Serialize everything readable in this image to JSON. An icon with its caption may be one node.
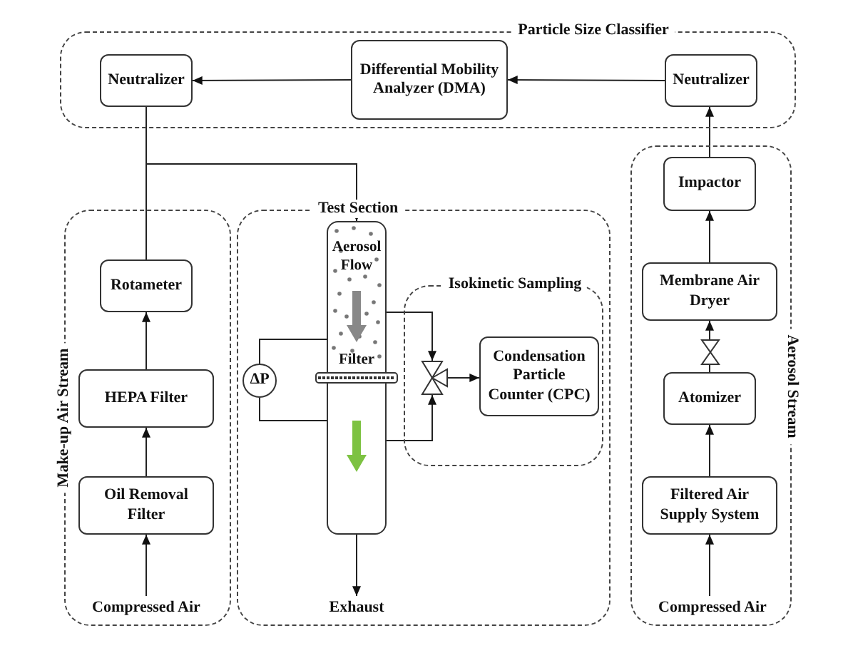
{
  "diagram": {
    "nodes": [
      {
        "text": [
          "Particle Size Classifier"
        ]
      },
      {
        "text": [
          "Neutralizer"
        ],
        "in": 0
      },
      {
        "text": [
          "Differential Mobility Analyzer (DMA)"
        ],
        "in": 0
      },
      {
        "text": [
          "Neutralizer"
        ],
        "in": 0
      },
      {
        "text": [
          "Make-up Air Stream"
        ]
      },
      {
        "text": [
          "Rotameter"
        ],
        "in": 4
      },
      {
        "text": [
          "HEPA Filter"
        ],
        "in": 4
      },
      {
        "text": [
          "Oil Removal Filter"
        ],
        "in": 4
      },
      {
        "text": [
          "Compressed Air"
        ],
        "in": 4
      },
      {
        "text": [
          "Test Section"
        ]
      },
      {
        "text": [
          "Aerosol Flow",
          "Filter"
        ],
        "in": 9
      },
      {
        "text": [
          "ΔP"
        ],
        "in": 9
      },
      {
        "text": [
          "Isokinetic Sampling"
        ],
        "in": 9
      },
      {
        "text": [],
        "shape": "valve",
        "in": 12
      },
      {
        "text": [
          "Condensation Particle Counter (CPC)"
        ],
        "in": 12
      },
      {
        "text": [
          "Exhaust"
        ],
        "in": 9
      },
      {
        "text": [
          "Aerosol Stream"
        ]
      },
      {
        "text": [
          "Impactor"
        ],
        "in": 16
      },
      {
        "text": [
          "Membrane Air Dryer"
        ],
        "in": 16
      },
      {
        "text": [],
        "shape": "valve",
        "in": 16
      },
      {
        "text": [
          "Atomizer"
        ],
        "in": 16
      },
      {
        "text": [
          "Filtered Air Supply System"
        ],
        "in": 16
      },
      {
        "text": [
          "Compressed Air"
        ],
        "in": 16
      }
    ],
    "edges": [
      {
        "from": 2,
        "to": 1,
        "arrow": "to"
      },
      {
        "from": 3,
        "to": 2,
        "arrow": "to"
      },
      {
        "from": 17,
        "to": 3,
        "arrow": "to"
      },
      {
        "from": 1,
        "to": 10,
        "arrow": "to"
      },
      {
        "from": 5,
        "to": 10,
        "arrow": "to"
      },
      {
        "from": 8,
        "to": 7,
        "arrow": "to"
      },
      {
        "from": 7,
        "to": 6,
        "arrow": "to"
      },
      {
        "from": 6,
        "to": 5,
        "arrow": "to"
      },
      {
        "from": 10,
        "to": 11,
        "arrow": "none"
      },
      {
        "from": 10,
        "to": 11,
        "arrow": "none"
      },
      {
        "from": 10,
        "to": 13,
        "arrow": "to"
      },
      {
        "from": 10,
        "to": 13,
        "arrow": "to"
      },
      {
        "from": 13,
        "to": 14,
        "arrow": "to"
      },
      {
        "from": 10,
        "to": 15,
        "arrow": "to"
      },
      {
        "from": 22,
        "to": 21,
        "arrow": "to"
      },
      {
        "from": 21,
        "to": 20,
        "arrow": "to"
      },
      {
        "from": 20,
        "to": 19,
        "arrow": "none"
      },
      {
        "from": 19,
        "to": 18,
        "arrow": "to"
      },
      {
        "from": 18,
        "to": 17,
        "arrow": "to"
      }
    ]
  }
}
